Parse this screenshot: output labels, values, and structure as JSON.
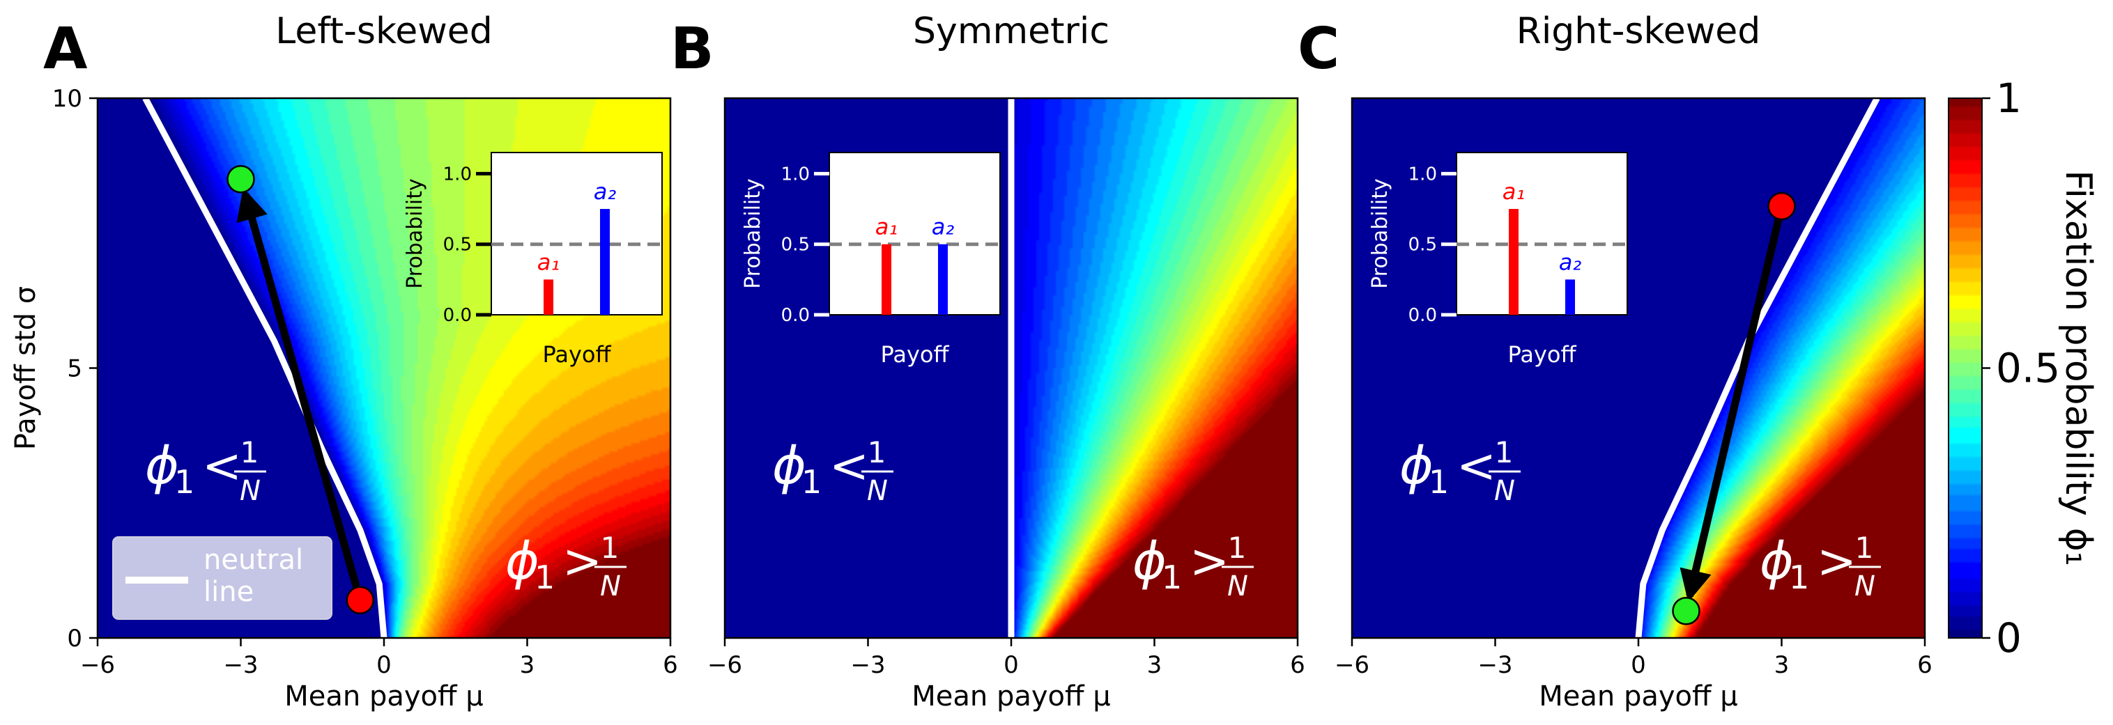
{
  "colorbar": {
    "label": "Fixation probability ϕ₁",
    "ticks": [
      {
        "value": 0,
        "label": "0"
      },
      {
        "value": 0.5,
        "label": "0.5"
      },
      {
        "value": 1,
        "label": "1"
      }
    ]
  },
  "colors": {
    "a1": "#ff0000",
    "a2": "#0000ff",
    "neutral_line": "#ffffff",
    "start_marker": "#ff0000",
    "end_marker": "#22ee22",
    "arrow": "#000000"
  },
  "chart_data": [
    {
      "type": "heatmap",
      "panel": "A",
      "title": "Left-skewed",
      "skew": "left",
      "xlabel": "Mean payoff μ",
      "ylabel": "Payoff std σ",
      "xlim": [
        -6,
        6
      ],
      "ylim": [
        0,
        10
      ],
      "xticks": [
        {
          "value": -6,
          "label": "−6"
        },
        {
          "value": -3,
          "label": "−3"
        },
        {
          "value": 0,
          "label": "0"
        },
        {
          "value": 3,
          "label": "3"
        },
        {
          "value": 6,
          "label": "6"
        }
      ],
      "yticks": [
        {
          "value": 0,
          "label": "0"
        },
        {
          "value": 5,
          "label": "5"
        },
        {
          "value": 10,
          "label": "10"
        }
      ],
      "neutral_line": [
        [
          0,
          0
        ],
        [
          -0.1,
          1
        ],
        [
          -0.5,
          2
        ],
        [
          -1.3,
          3.5
        ],
        [
          -2.3,
          5.5
        ],
        [
          -5,
          10
        ]
      ],
      "legend": {
        "label_line1": "neutral",
        "label_line2": "line",
        "placement": "lower-left"
      },
      "arrow": {
        "from": [
          -0.5,
          0.7
        ],
        "to": [
          -3,
          8.5
        ]
      },
      "region_labels": {
        "below": "ϕ₁ < 1/N",
        "above": "ϕ₁ > 1/N"
      },
      "inset": {
        "ylabel": "Probability",
        "xlabel": "Payoff",
        "yticks": [
          "0.0",
          "0.5",
          "1.0"
        ],
        "bars": [
          {
            "label": "a₁",
            "value": 0.25
          },
          {
            "label": "a₂",
            "value": 0.75
          }
        ],
        "reference_line": 0.5
      }
    },
    {
      "type": "heatmap",
      "panel": "B",
      "title": "Symmetric",
      "skew": "none",
      "xlabel": "Mean payoff μ",
      "ylabel": "",
      "xlim": [
        -6,
        6
      ],
      "ylim": [
        0,
        10
      ],
      "xticks": [
        {
          "value": -6,
          "label": "−6"
        },
        {
          "value": -3,
          "label": "−3"
        },
        {
          "value": 0,
          "label": "0"
        },
        {
          "value": 3,
          "label": "3"
        },
        {
          "value": 6,
          "label": "6"
        }
      ],
      "yticks": [],
      "neutral_line": [
        [
          0,
          0
        ],
        [
          0,
          10
        ]
      ],
      "region_labels": {
        "below": "ϕ₁ < 1/N",
        "above": "ϕ₁ > 1/N"
      },
      "inset": {
        "ylabel": "Probability",
        "xlabel": "Payoff",
        "yticks": [
          "0.0",
          "0.5",
          "1.0"
        ],
        "bars": [
          {
            "label": "a₁",
            "value": 0.5
          },
          {
            "label": "a₂",
            "value": 0.5
          }
        ],
        "reference_line": 0.5
      }
    },
    {
      "type": "heatmap",
      "panel": "C",
      "title": "Right-skewed",
      "skew": "right",
      "xlabel": "Mean payoff μ",
      "ylabel": "",
      "xlim": [
        -6,
        6
      ],
      "ylim": [
        0,
        10
      ],
      "xticks": [
        {
          "value": -6,
          "label": "−6"
        },
        {
          "value": -3,
          "label": "−3"
        },
        {
          "value": 0,
          "label": "0"
        },
        {
          "value": 3,
          "label": "3"
        },
        {
          "value": 6,
          "label": "6"
        }
      ],
      "yticks": [],
      "neutral_line": [
        [
          0,
          0
        ],
        [
          0.1,
          1
        ],
        [
          0.5,
          2
        ],
        [
          1.3,
          3.5
        ],
        [
          2.3,
          5.5
        ],
        [
          5,
          10
        ]
      ],
      "arrow": {
        "from": [
          3,
          8
        ],
        "to": [
          1,
          0.5
        ]
      },
      "region_labels": {
        "below": "ϕ₁ < 1/N",
        "above": "ϕ₁ > 1/N"
      },
      "inset": {
        "ylabel": "Probability",
        "xlabel": "Payoff",
        "yticks": [
          "0.0",
          "0.5",
          "1.0"
        ],
        "bars": [
          {
            "label": "a₁",
            "value": 0.75
          },
          {
            "label": "a₂",
            "value": 0.25
          }
        ],
        "reference_line": 0.5
      }
    }
  ]
}
